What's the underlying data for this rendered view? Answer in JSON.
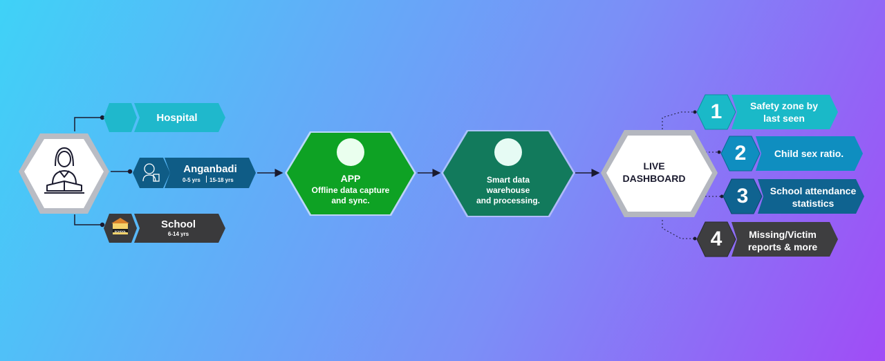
{
  "sources": {
    "hospital": {
      "label": "Hospital"
    },
    "anganbadi": {
      "label": "Anganbadi",
      "range1": "0-5 yrs",
      "range2": "15-18 yrs"
    },
    "school": {
      "label": "School",
      "range": "6-14 yrs",
      "badge": "SCHOOL"
    }
  },
  "app": {
    "title": "APP",
    "line1": "Offline data capture",
    "line2": "and sync."
  },
  "warehouse": {
    "line1": "Smart data",
    "line2": "warehouse",
    "line3": "and processing."
  },
  "dashboard": {
    "line1": "LIVE",
    "line2": "DASHBOARD"
  },
  "outputs": [
    {
      "number": "1",
      "line1": "Safety zone by",
      "line2": "last seen"
    },
    {
      "number": "2",
      "line1": "Child sex ratio.",
      "line2": ""
    },
    {
      "number": "3",
      "line1": "School attendance",
      "line2": "statistics"
    },
    {
      "number": "4",
      "line1": "Missing/Victim",
      "line2": "reports & more"
    }
  ],
  "colors": {
    "hospital": "#1fb8cc",
    "anganbadi": "#0f5c86",
    "school": "#3a3a3c",
    "app": "#0ea224",
    "warehouse": "#127a5c",
    "out1": "#1ab9c8",
    "out2": "#0f8ec0",
    "out3": "#0f6390",
    "out4": "#3e3e40"
  },
  "icons": {
    "person": "teacher-reading-icon",
    "anganbadi": "woman-document-icon",
    "school": "school-building-icon"
  }
}
